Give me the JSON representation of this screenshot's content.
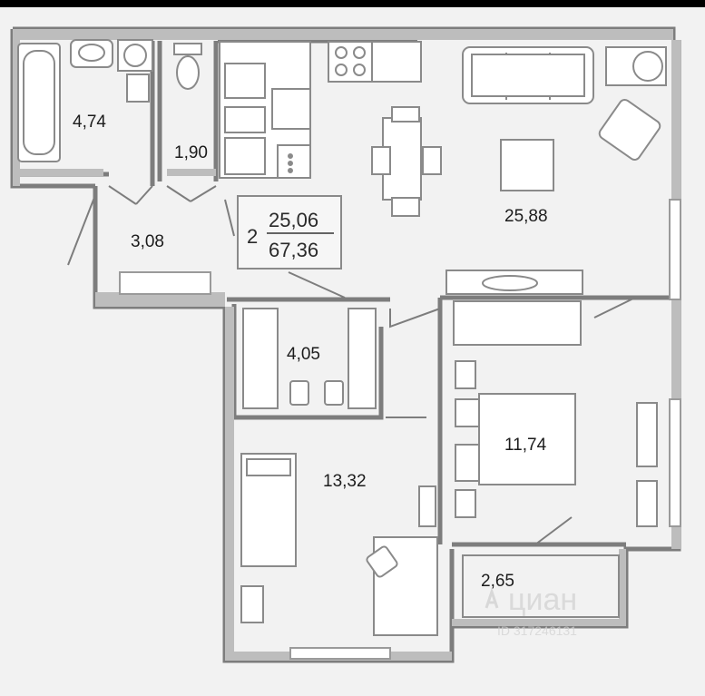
{
  "colors": {
    "background": "#f2f2f2",
    "wall": "#7d7d7d",
    "wall_light": "#bdbdbd",
    "furniture": "#8a8a8a",
    "text": "#1c1c1c",
    "watermark": "#d2d2d2"
  },
  "plan": {
    "rooms": [
      {
        "id": "bathroom",
        "area": "4,74"
      },
      {
        "id": "toilet",
        "area": "1,90"
      },
      {
        "id": "hall",
        "area": "3,08"
      },
      {
        "id": "kitchen-living",
        "area": "25,88"
      },
      {
        "id": "wardrobe",
        "area": "4,05"
      },
      {
        "id": "bedroom-1",
        "area": "13,32"
      },
      {
        "id": "bedroom-2",
        "area": "11,74"
      },
      {
        "id": "balcony",
        "area": "2,65"
      }
    ],
    "summary": {
      "rooms_count": "2",
      "living_area": "25,06",
      "total_area": "67,36"
    }
  },
  "watermark": {
    "brand": "циан",
    "listing_id": "ID 317246131"
  }
}
